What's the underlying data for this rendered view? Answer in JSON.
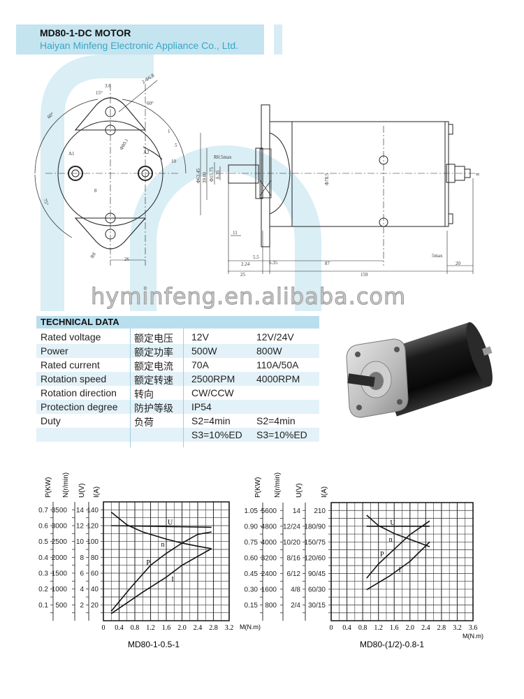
{
  "header": {
    "title": "MD80-1-DC MOTOR",
    "subtitle": "Haiyan Minfeng Electronic Appliance Co., Ltd.",
    "band_color": "#c4e4f0",
    "subtitle_color": "#3aa6c6"
  },
  "drawing_front": {
    "labels": [
      "3.6",
      "15°",
      "2-Φ6.8",
      "60°",
      "60°",
      "Φ80.1",
      "A1",
      "A2",
      "75°",
      "8",
      "R8",
      "26",
      "5",
      "1",
      "10"
    ]
  },
  "drawing_side": {
    "labels": [
      "Φ63.45",
      "39.00",
      "Φ15.75",
      "6.35",
      "R0.5max",
      "Φ78.5",
      "11",
      "2.24",
      "5.5",
      "6.35",
      "87",
      "25",
      "159",
      "5max",
      "20",
      "8"
    ]
  },
  "technical_data": {
    "heading": "TECHNICAL DATA",
    "rows": [
      {
        "label": "Rated voltage",
        "label_cn": "额定电压",
        "v1": "12V",
        "v2": "12V/24V"
      },
      {
        "label": "Power",
        "label_cn": "额定功率",
        "v1": "500W",
        "v2": "800W"
      },
      {
        "label": "Rated current",
        "label_cn": "额定电流",
        "v1": "70A",
        "v2": "110A/50A"
      },
      {
        "label": "Rotation speed",
        "label_cn": "额定转速",
        "v1": "2500RPM",
        "v2": "4000RPM"
      },
      {
        "label": "Rotation direction",
        "label_cn": "转向",
        "v1": "CW/CCW",
        "v2": ""
      },
      {
        "label": "Protection degree",
        "label_cn": "防护等级",
        "v1": "IP54",
        "v2": ""
      },
      {
        "label": "Duty",
        "label_cn": "负荷",
        "v1": "S2=4min",
        "v2": "S2=4min"
      },
      {
        "label": "",
        "label_cn": "",
        "v1": "S3=10%ED",
        "v2": "S3=10%ED"
      }
    ],
    "watermark": "hyminfeng.en.alibaba.com"
  },
  "chart_data": [
    {
      "type": "line",
      "title": "MD80-1-0.5-1",
      "xlabel": "M(N.m)",
      "xlim": [
        0,
        3.2
      ],
      "xticks": [
        "0",
        "0.4",
        "0.8",
        "1.2",
        "1.6",
        "2.0",
        "2.4",
        "2.8",
        "3.2"
      ],
      "grid": true,
      "y_axes": [
        {
          "label": "P(KW)",
          "ticks": [
            "0.1",
            "0.2",
            "0.3",
            "0.4",
            "0.5",
            "0.6",
            "0.7"
          ]
        },
        {
          "label": "N(r/min)",
          "ticks": [
            "500",
            "1000",
            "1500",
            "2000",
            "2500",
            "3000",
            "3500"
          ]
        },
        {
          "label": "U(V)",
          "ticks": [
            "2",
            "4",
            "6",
            "8",
            "10",
            "12",
            "14"
          ]
        },
        {
          "label": "I(A)",
          "ticks": [
            "20",
            "40",
            "60",
            "80",
            "100",
            "120",
            "140"
          ]
        }
      ],
      "ylim_I": [
        0,
        150
      ],
      "series": [
        {
          "name": "U",
          "axis": "U(V)",
          "x": [
            0.2,
            2.75
          ],
          "y": [
            12.0,
            11.8
          ]
        },
        {
          "name": "n",
          "axis": "N(r/min)",
          "x": [
            0.2,
            0.6,
            1.0,
            1.6,
            2.0,
            2.4,
            2.75
          ],
          "y": [
            3425,
            3025,
            2800,
            2575,
            2450,
            2350,
            2275
          ]
        },
        {
          "name": "P",
          "axis": "P(KW)",
          "x": [
            0.2,
            0.7,
            1.2,
            1.6,
            2.0,
            2.4,
            2.75
          ],
          "y": [
            0.06,
            0.21,
            0.35,
            0.425,
            0.49,
            0.545,
            0.56
          ]
        },
        {
          "name": "I",
          "axis": "I(A)",
          "x": [
            0.2,
            1.0,
            1.6,
            2.0,
            2.75
          ],
          "y": [
            9,
            36,
            55,
            70,
            91
          ]
        }
      ]
    },
    {
      "type": "line",
      "title": "MD80-(1/2)-0.8-1",
      "xlabel": "M(N.m)",
      "xlim": [
        0,
        3.6
      ],
      "xticks": [
        "0",
        "0.4",
        "0.8",
        "1.2",
        "1.6",
        "2.0",
        "2.4",
        "2.8",
        "3.2",
        "3.6"
      ],
      "grid": true,
      "y_axes": [
        {
          "label": "P(KW)",
          "ticks": [
            "0.15",
            "0.30",
            "0.45",
            "0.60",
            "0.75",
            "0.90",
            "1.05"
          ]
        },
        {
          "label": "N(r/min)",
          "ticks": [
            "800",
            "1600",
            "2400",
            "3200",
            "4000",
            "4800",
            "5600"
          ]
        },
        {
          "label": "U(V)",
          "ticks": [
            "2/4",
            "4/8",
            "6/12",
            "8/16",
            "10/20",
            "12/24",
            "14"
          ]
        },
        {
          "label": "I(A)",
          "ticks": [
            "30/15",
            "60/30",
            "90/45",
            "120/60",
            "150/75",
            "180/90",
            "210"
          ]
        }
      ],
      "ylim_I": [
        0,
        225
      ],
      "series": [
        {
          "name": "U",
          "axis": "U(V)",
          "x": [
            0.9,
            2.5
          ],
          "y": [
            12,
            12
          ]
        },
        {
          "name": "n",
          "axis": "N(r/min)",
          "x": [
            0.9,
            1.2,
            1.6,
            2.0,
            2.5
          ],
          "y": [
            5360,
            4830,
            4430,
            4130,
            3760
          ]
        },
        {
          "name": "P",
          "axis": "P(KW)",
          "x": [
            0.9,
            1.2,
            1.6,
            2.0,
            2.5
          ],
          "y": [
            0.405,
            0.54,
            0.68,
            0.82,
            0.95
          ]
        },
        {
          "name": "I",
          "axis": "I(A)",
          "x": [
            0.9,
            1.5,
            2.0,
            2.5
          ],
          "y": [
            59,
            86,
            113,
            150
          ]
        }
      ]
    }
  ]
}
